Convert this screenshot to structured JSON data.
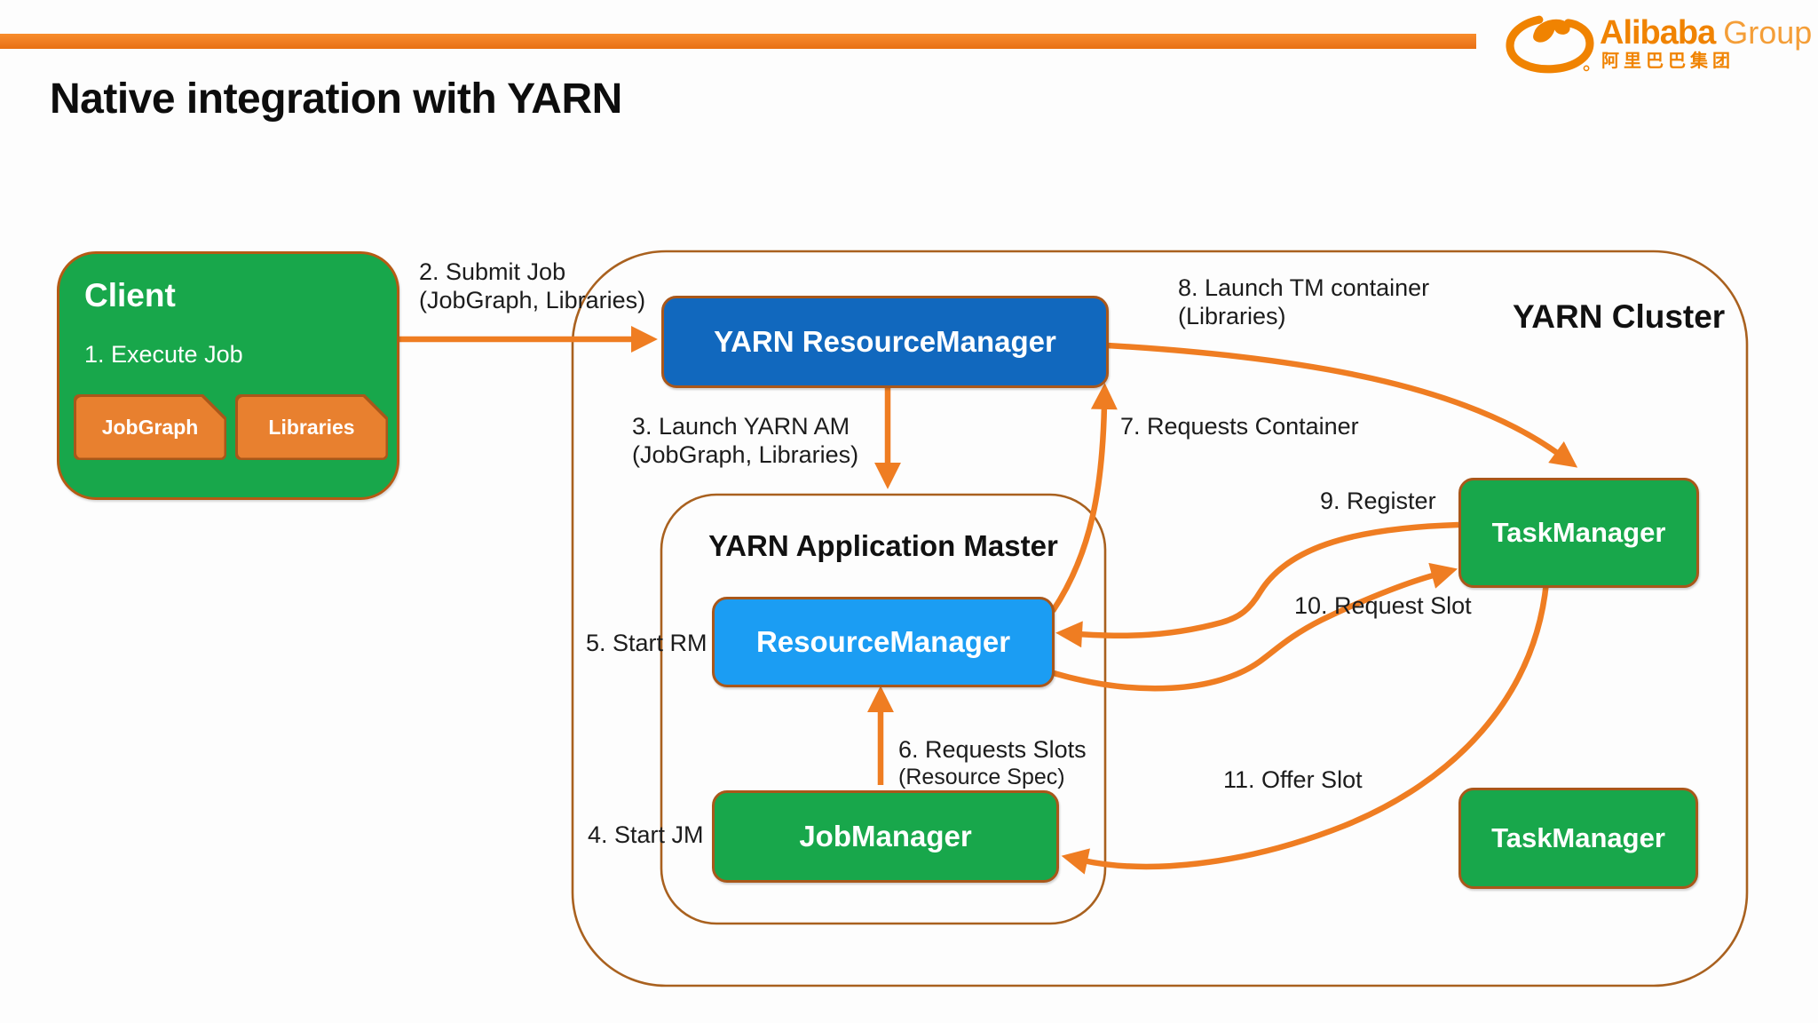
{
  "header": {
    "title": "Native integration with YARN"
  },
  "logo": {
    "brand": "Alibaba",
    "brand_suffix": "Group",
    "chinese": "阿里巴巴集团",
    "registered_mark": "®"
  },
  "colors": {
    "accent_orange": "#ef7d22",
    "node_green": "#18a74b",
    "node_dark_blue": "#1168be",
    "node_light_blue": "#1b9df3",
    "artifact_orange": "#e8802f",
    "container_border": "#a9611f",
    "label_text": "#1c1c1c"
  },
  "diagram": {
    "cluster_label": "YARN Cluster",
    "client": {
      "title": "Client",
      "step1_label": "1. Execute Job",
      "artifacts": [
        {
          "label": "JobGraph"
        },
        {
          "label": "Libraries"
        }
      ]
    },
    "nodes": {
      "yarn_resource_manager": {
        "label": "YARN ResourceManager"
      },
      "application_master": {
        "label": "YARN Application Master"
      },
      "resource_manager": {
        "label": "ResourceManager"
      },
      "job_manager": {
        "label": "JobManager"
      },
      "task_manager_top": {
        "label": "TaskManager"
      },
      "task_manager_bottom": {
        "label": "TaskManager"
      }
    },
    "steps": {
      "step2": {
        "lines": [
          "2. Submit Job",
          "(JobGraph, Libraries)"
        ]
      },
      "step3": {
        "lines": [
          "3. Launch YARN AM",
          "(JobGraph, Libraries)"
        ]
      },
      "step4": {
        "label": "4. Start JM"
      },
      "step5": {
        "label": "5. Start RM"
      },
      "step6": {
        "lines": [
          "6. Requests Slots",
          "(Resource Spec)"
        ]
      },
      "step7": {
        "label": "7. Requests Container"
      },
      "step8": {
        "lines": [
          "8. Launch TM container",
          "(Libraries)"
        ]
      },
      "step9": {
        "label": "9. Register"
      },
      "step10": {
        "label": "10. Request Slot"
      },
      "step11": {
        "label": "11. Offer Slot"
      }
    }
  }
}
